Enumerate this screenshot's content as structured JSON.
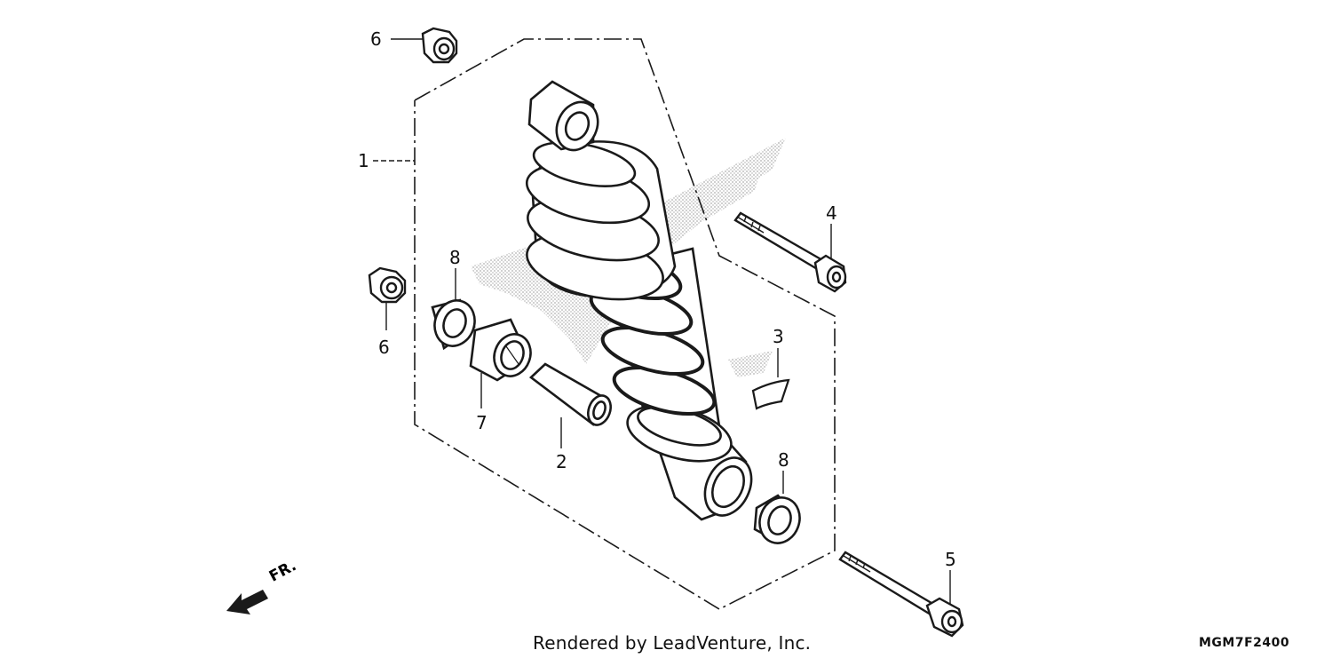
{
  "callouts": [
    {
      "id": "1",
      "text": "1"
    },
    {
      "id": "2",
      "text": "2"
    },
    {
      "id": "3",
      "text": "3"
    },
    {
      "id": "4",
      "text": "4"
    },
    {
      "id": "5",
      "text": "5"
    },
    {
      "id": "6a",
      "text": "6"
    },
    {
      "id": "6b",
      "text": "6"
    },
    {
      "id": "7",
      "text": "7"
    },
    {
      "id": "8a",
      "text": "8"
    },
    {
      "id": "8b",
      "text": "8"
    }
  ],
  "direction_label": "FR.",
  "credit": "Rendered by LeadVenture, Inc.",
  "diagram_code": "MGM7F2400",
  "colors": {
    "line": "#1a1a1a",
    "watermark": "#b8b8b8",
    "background": "#ffffff"
  },
  "icons": [
    "front-direction-arrow-icon",
    "watermark-wing-logo"
  ]
}
